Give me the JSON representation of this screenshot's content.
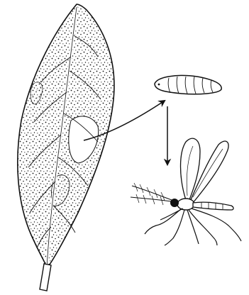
{
  "figure": {
    "stages": [
      {
        "id": "leaf",
        "icon": "leaf-with-mines-icon"
      },
      {
        "id": "larva",
        "icon": "larva-icon"
      },
      {
        "id": "adult",
        "icon": "midge-icon"
      }
    ],
    "arrows": [
      {
        "from": "leaf",
        "to": "larva",
        "icon": "curved-arrow-icon"
      },
      {
        "from": "larva",
        "to": "adult",
        "icon": "down-arrow-icon"
      }
    ],
    "colors": {
      "ink": "#111111",
      "paper": "#ffffff"
    }
  }
}
